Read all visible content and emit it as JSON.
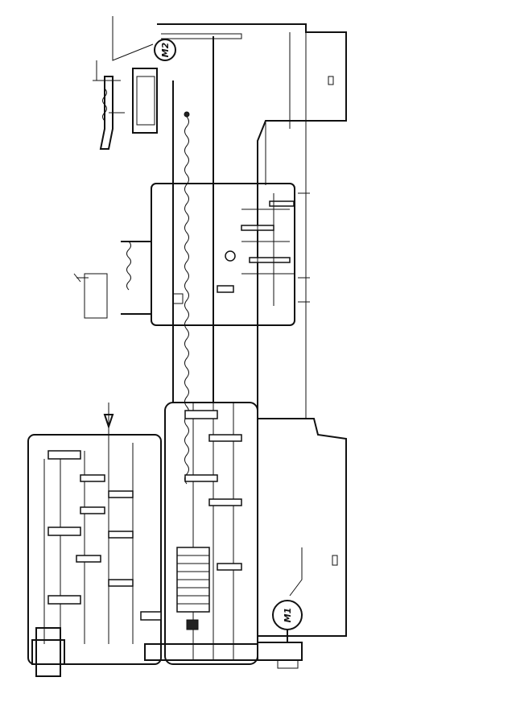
{
  "diagram": {
    "title": "",
    "motors": [
      {
        "id": "main-motor",
        "label": "M1"
      },
      {
        "id": "rapid-motor",
        "label": "M2"
      }
    ]
  }
}
